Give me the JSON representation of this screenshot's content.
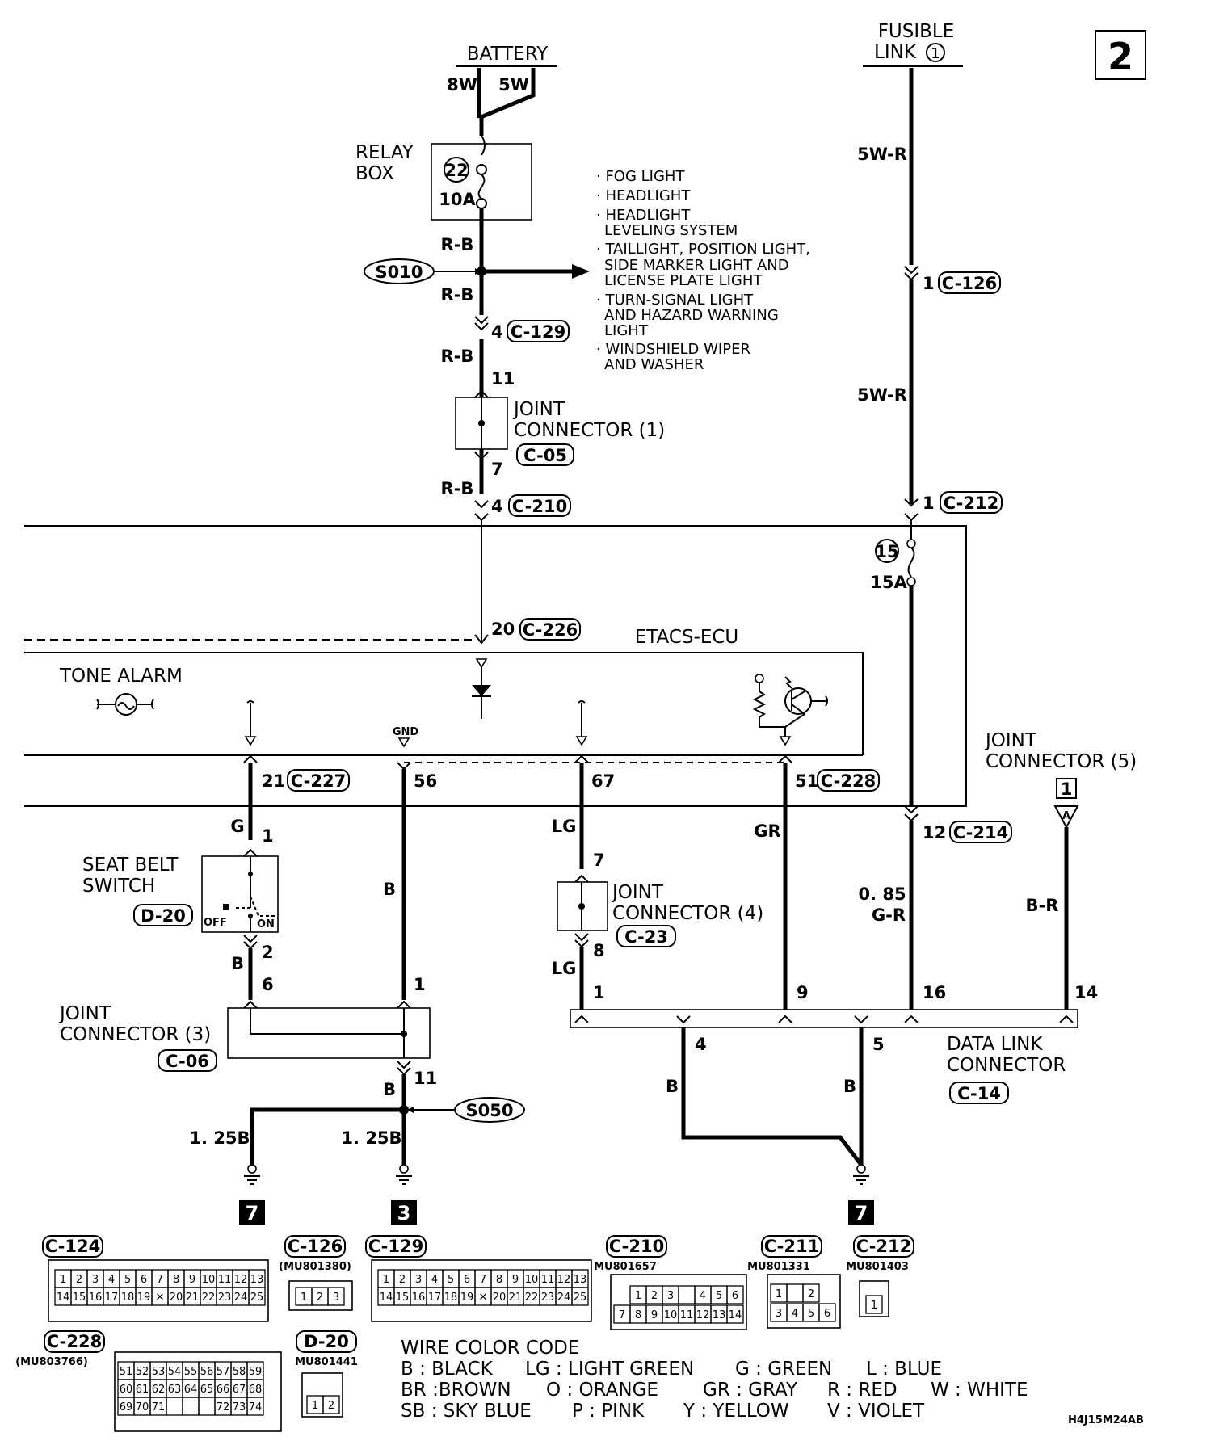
{
  "page_number": "2",
  "diagram_code": "H4J15M24AB",
  "top": {
    "battery": "BATTERY",
    "battery_wires": [
      "8W",
      "5W"
    ],
    "fusible_link": [
      "FUSIBLE",
      "LINK"
    ],
    "fusible_link_num": "1",
    "relay_box": [
      "RELAY",
      "BOX"
    ],
    "fuse22_num": "22",
    "fuse22_amp": "10A",
    "fuse15_num": "15",
    "fuse15_amp": "15A",
    "splice_s010": "S010",
    "splice_s050": "S050",
    "s010_loads": [
      "· FOG LIGHT",
      "· HEADLIGHT",
      "· HEADLIGHT",
      "LEVELING SYSTEM",
      "· TAILLIGHT, POSITION LIGHT,",
      "SIDE MARKER LIGHT AND",
      "LICENSE PLATE LIGHT",
      "· TURN-SIGNAL LIGHT",
      "AND HAZARD WARNING",
      "LIGHT",
      "· WINDSHIELD WIPER",
      "AND WASHER"
    ]
  },
  "wires": {
    "rb": "R-B",
    "w5r": "5W-R",
    "g": "G",
    "b": "B",
    "lg": "LG",
    "gr": "GR",
    "g085": "0. 85",
    "gr2": "G-R",
    "br": "B-R",
    "b125": "1. 25B"
  },
  "pins": {
    "p4": "4",
    "p11": "11",
    "p7": "7",
    "p20": "20",
    "p1": "1",
    "p21": "21",
    "p56": "56",
    "p67": "67",
    "p51": "51",
    "p12": "12",
    "p2": "2",
    "p6": "6",
    "p8": "8",
    "p9": "9",
    "p16": "16",
    "p14": "14",
    "p5": "5"
  },
  "connectors_ref": {
    "c129": "C-129",
    "c05": "C-05",
    "c210": "C-210",
    "c226": "C-226",
    "c126": "C-126",
    "c212": "C-212",
    "c227": "C-227",
    "c228": "C-228",
    "c214": "C-214",
    "d20": "D-20",
    "c23": "C-23",
    "c06": "C-06",
    "c14": "C-14"
  },
  "components": {
    "joint1": [
      "JOINT",
      "CONNECTOR (1)"
    ],
    "joint3": [
      "JOINT",
      "CONNECTOR (3)"
    ],
    "joint4": [
      "JOINT",
      "CONNECTOR (4)"
    ],
    "joint5": [
      "JOINT",
      "CONNECTOR (5)"
    ],
    "joint5_pin": "1",
    "joint5_letter": "A",
    "etacs": "ETACS-ECU",
    "tone_alarm": "TONE ALARM",
    "gnd": "GND",
    "seat_belt": [
      "SEAT BELT",
      "SWITCH"
    ],
    "off": "OFF",
    "on": "ON",
    "data_link": [
      "DATA LINK",
      "CONNECTOR"
    ]
  },
  "ground_refs": [
    "7",
    "3",
    "7"
  ],
  "connector_views": {
    "c124": {
      "label": "C-124",
      "part": "",
      "row1": [
        "1",
        "2",
        "3",
        "4",
        "5",
        "6",
        "7",
        "8",
        "9",
        "10",
        "11",
        "12",
        "13"
      ],
      "row2": [
        "14",
        "15",
        "16",
        "17",
        "18",
        "19",
        "✕",
        "20",
        "21",
        "22",
        "23",
        "24",
        "25"
      ]
    },
    "c126": {
      "label": "C-126",
      "part": "(MU801380)",
      "row1": [
        "1",
        "2",
        "3"
      ]
    },
    "c129": {
      "label": "C-129",
      "part": "",
      "row1": [
        "1",
        "2",
        "3",
        "4",
        "5",
        "6",
        "7",
        "8",
        "9",
        "10",
        "11",
        "12",
        "13"
      ],
      "row2": [
        "14",
        "15",
        "16",
        "17",
        "18",
        "19",
        "✕",
        "20",
        "21",
        "22",
        "23",
        "24",
        "25"
      ]
    },
    "c210": {
      "label": "C-210",
      "part": "MU801657",
      "row1": [
        "1",
        "2",
        "3",
        "",
        "4",
        "5",
        "6"
      ],
      "row2": [
        "7",
        "8",
        "9",
        "10",
        "11",
        "12",
        "13",
        "14"
      ]
    },
    "c211": {
      "label": "C-211",
      "part": "MU801331",
      "row1": [
        "1",
        "",
        "2"
      ],
      "row2": [
        "3",
        "4",
        "5",
        "6"
      ]
    },
    "c212": {
      "label": "C-212",
      "part": "MU801403",
      "row1": [
        "1"
      ]
    },
    "c228": {
      "label": "C-228",
      "part": "(MU803766)",
      "row1": [
        "51",
        "52",
        "53",
        "54",
        "55",
        "56",
        "57",
        "58",
        "59"
      ],
      "row2": [
        "60",
        "61",
        "62",
        "63",
        "64",
        "65",
        "66",
        "67",
        "68"
      ],
      "row3": [
        "69",
        "70",
        "71",
        "",
        "",
        "",
        "72",
        "73",
        "74"
      ]
    },
    "d20": {
      "label": "D-20",
      "part": "MU801441",
      "row1": [
        "1",
        "2"
      ]
    }
  },
  "legend": {
    "title": "WIRE COLOR CODE",
    "rows": [
      [
        "B : BLACK",
        "LG : LIGHT GREEN",
        "G : GREEN",
        "L : BLUE"
      ],
      [
        "BR :BROWN",
        "O : ORANGE",
        "GR : GRAY",
        "R : RED",
        "W : WHITE"
      ],
      [
        "SB : SKY BLUE",
        "P : PINK",
        "Y : YELLOW",
        "V : VIOLET"
      ]
    ]
  }
}
